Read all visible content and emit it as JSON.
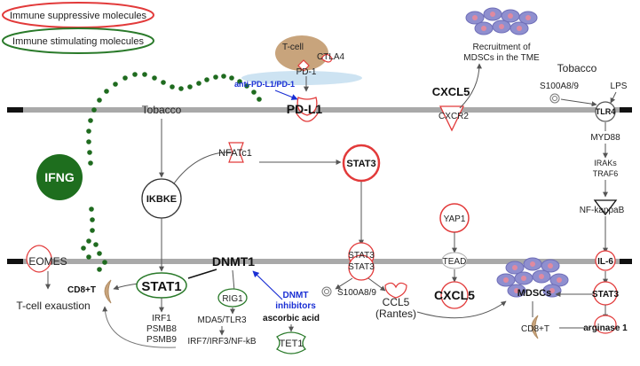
{
  "legend": {
    "suppressive": "Immune suppressive molecules",
    "stimulating": "Immune stimulating molecules"
  },
  "colors": {
    "suppressive": "#e23a3a",
    "stimulating": "#2a7a2a",
    "drug": "#1a2fd4",
    "dots": "#1f6b1f",
    "ifng": "#1e6e1e",
    "membrane": "#a9a9a9",
    "cell_body": "#c8a47c",
    "mdsc": "#8f8fcf"
  },
  "nodes": {
    "tcell": "T-cell",
    "pd1": "PD-1",
    "ctla4": "CTLA4",
    "anti_pd": "anti-PD-L1/PD-1",
    "pdl1": "PD-L1",
    "tobacco_left": "Tobacco",
    "tobacco_right": "Tobacco",
    "cxcl5_top": "CXCL5",
    "cxcr2": "CXCR2",
    "recruit_line1": "Recruitment of",
    "recruit_line2": "MDSCs in the TME",
    "s100_top": "S100A8/9",
    "lps": "LPS",
    "tlr4": "TLR4",
    "myd88": "MYD88",
    "iraks": "IRAKs",
    "traf6": "TRAF6",
    "nfkappab": "NF-kappaB",
    "ifng": "IFNG",
    "ikbke": "IKBKE",
    "nfatc1": "NFATc1",
    "stat3_cyto": "STAT3",
    "yap1": "YAP1",
    "eomes": "EOMES",
    "dnmt1": "DNMT1",
    "stat3_dimer_a": "STAT3",
    "stat3_dimer_b": "STAT3",
    "tead": "TEAD",
    "il6": "IL-6",
    "tcell_exhaustion": "T-cell exaustion",
    "cd8t_left": "CD8+T",
    "stat1": "STAT1",
    "rig1": "RIG1",
    "dnmt_inh_1": "DNMT",
    "dnmt_inh_2": "inhibitors",
    "ascorbic": "ascorbic acid",
    "tet1": "TET1",
    "s100_nuc": "S100A8/9",
    "ccl5": "CCL5",
    "rantes": "(Rantes)",
    "cxcl5_nuc": "CXCL5",
    "mdscs": "MDSCs",
    "stat3_right": "STAT3",
    "irf1": "IRF1",
    "psmb8": "PSMB8",
    "psmb9": "PSMB9",
    "mda5": "MDA5/TLR3",
    "irf7": "IRF7/IRF3/NF-kB",
    "cd8t_right": "CD8+T",
    "arginase": "arginase 1"
  }
}
